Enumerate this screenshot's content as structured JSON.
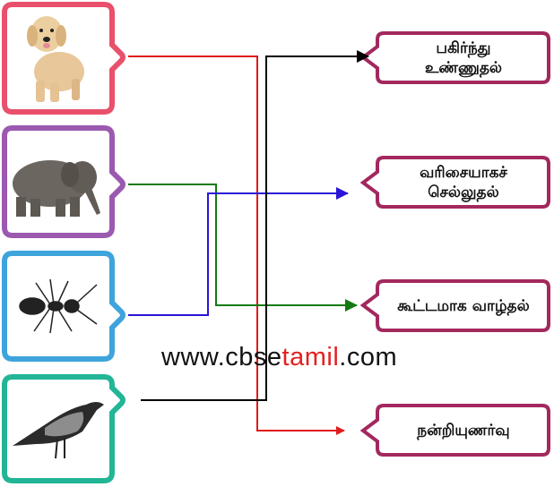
{
  "animals": [
    {
      "name": "dog",
      "icon": "dog-icon",
      "border": "#e9506b",
      "line": "#e01b1b"
    },
    {
      "name": "elephant",
      "icon": "elephant-icon",
      "border": "#9b59b0",
      "line": "#137a13"
    },
    {
      "name": "ant",
      "icon": "ant-icon",
      "border": "#3ea4dc",
      "line": "#2a14d8"
    },
    {
      "name": "crow",
      "icon": "crow-icon",
      "border": "#22b596",
      "line": "#000000"
    }
  ],
  "labels": [
    {
      "line1": "பகிர்ந்து",
      "line2": "உண்ணுதல்"
    },
    {
      "line1": "வரிசையாகச்",
      "line2": "செல்லுதல்"
    },
    {
      "line1": "கூட்டமாக வாழ்தல்",
      "line2": ""
    },
    {
      "line1": "நன்றியுணர்வு",
      "line2": ""
    }
  ],
  "label_border": "#a3285e",
  "watermark": {
    "prefix": "www.cbse",
    "highlight": "tamil",
    "suffix": ".com"
  },
  "connections": [
    {
      "from": "dog",
      "to": "நன்றியுணர்வு"
    },
    {
      "from": "elephant",
      "to": "கூட்டமாக வாழ்தல்"
    },
    {
      "from": "ant",
      "to": "வரிசையாகச் செல்லுதல்"
    },
    {
      "from": "crow",
      "to": "பகிர்ந்து உண்ணுதல்"
    }
  ]
}
